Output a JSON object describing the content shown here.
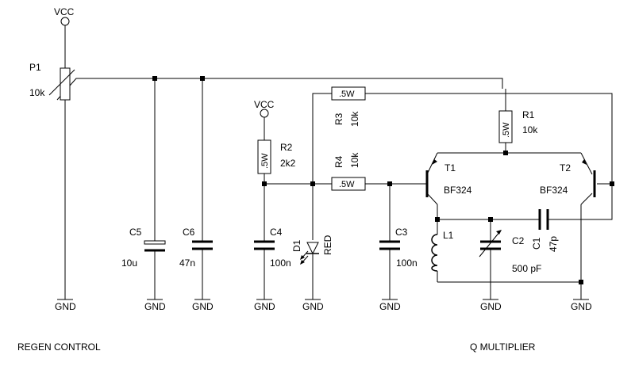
{
  "supply": {
    "vcc1": "VCC",
    "vcc2": "VCC"
  },
  "ground": {
    "label": "GND"
  },
  "components": {
    "p1": {
      "ref": "P1",
      "value": "10k"
    },
    "c5": {
      "ref": "C5",
      "value": "10u"
    },
    "c6": {
      "ref": "C6",
      "value": "47n"
    },
    "r2": {
      "ref": "R2",
      "value": "2k2",
      "power": ".5W"
    },
    "c4": {
      "ref": "C4",
      "value": "100n"
    },
    "d1": {
      "ref": "D1",
      "value": "RED"
    },
    "r3": {
      "ref": "R3",
      "value": "10k",
      "power": ".5W"
    },
    "r4": {
      "ref": "R4",
      "value": "10k",
      "power": ".5W"
    },
    "c3": {
      "ref": "C3",
      "value": "100n"
    },
    "r1": {
      "ref": "R1",
      "value": "10k",
      "power": ".5W"
    },
    "t1": {
      "ref": "T1",
      "value": "BF324"
    },
    "t2": {
      "ref": "T2",
      "value": "BF324"
    },
    "l1": {
      "ref": "L1"
    },
    "c2": {
      "ref": "C2",
      "value": "500 pF"
    },
    "c1": {
      "ref": "C1",
      "value": "47p"
    }
  },
  "sections": {
    "left": "REGEN CONTROL",
    "right": "Q MULTIPLIER"
  }
}
